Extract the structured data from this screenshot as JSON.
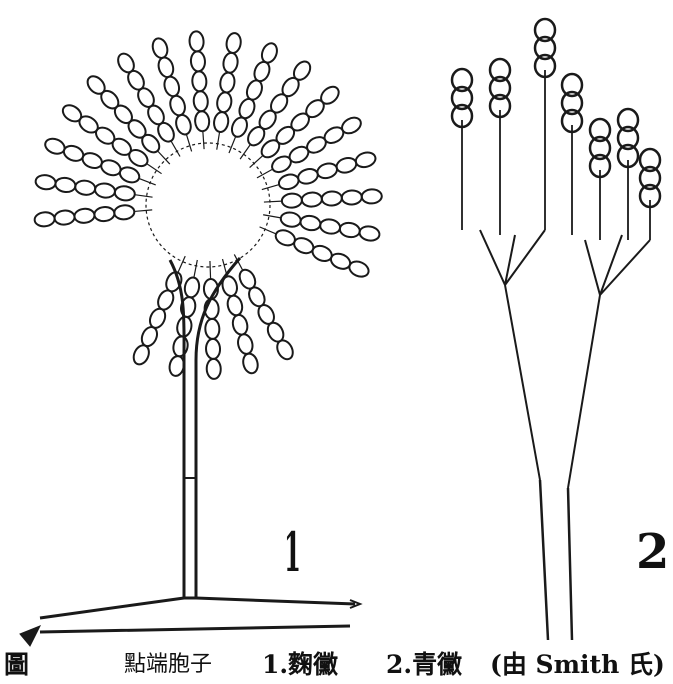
{
  "labels": {
    "part_1": "1",
    "part_2": "2"
  },
  "caption": {
    "figure": "圖",
    "title": "點端胞子",
    "item_1": "1.麴黴",
    "item_2": "2.青黴",
    "source": "(由 Smith 氏)"
  },
  "colors": {
    "ink": "#1a1a1a",
    "paper": "#ffffff"
  }
}
